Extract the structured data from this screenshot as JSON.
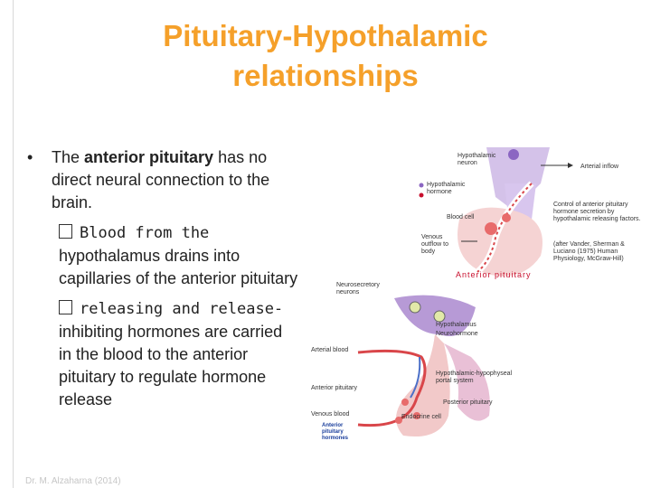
{
  "title": {
    "line1": "Pituitary-Hypothalamic",
    "line2": "relationships"
  },
  "bullet": {
    "dot": "•",
    "pre": "The ",
    "bold": "anterior pituitary",
    "post": " has no direct neural connection to the brain."
  },
  "sub1": {
    "mono": "Blood from the",
    "rest": "hypothalamus drains into capillaries of the anterior pituitary"
  },
  "sub2": {
    "mono": "releasing and release-",
    "rest": "inhibiting hormones are carried in the blood to the anterior pituitary to regulate hormone release"
  },
  "footer": "Dr. M. Alzaharna (2014)",
  "figure_top": {
    "hypothalamic_neuron": "Hypothalamic neuron",
    "hypothalamic_hormone": "Hypothalamic hormone",
    "arterial_inflow": "Arterial inflow",
    "blood_cell": "Blood cell",
    "venous_outflow": "Venous outflow to body",
    "control_caption": "Control of anterior pituitary hormone secretion by hypothalamic releasing factors.",
    "credit": "(after Vander, Sherman & Luciano (1975) Human Physiology, McGraw-Hill)",
    "anterior_pituitary": "Anterior pituitary"
  },
  "figure_bottom": {
    "neurosecretory": "Neurosecretory neurons",
    "hypothalamus": "Hypothalamus",
    "neurohormone": "Neurohormone",
    "arterial_blood": "Arterial blood",
    "portal_system": "Hypothalamic-hypophyseal portal system",
    "anterior_pituitary": "Anterior pituitary",
    "posterior_pituitary": "Posterior pituitary",
    "venous_blood": "Venous blood",
    "endocrine_cell": "Endocrine cell",
    "anterior_hormones": "Anterior pituitary hormones"
  },
  "colors": {
    "title": "#f5a02a",
    "hypothalamus": "#b79ad6",
    "pituitary": "#f2c9c9",
    "vessel": "#d9464a",
    "label_red": "#c8102e",
    "label_blue": "#1a3e9c"
  }
}
